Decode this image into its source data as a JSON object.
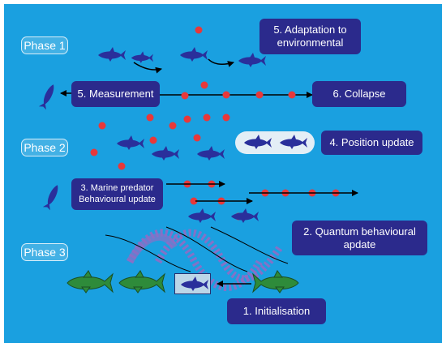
{
  "phases": {
    "phase1": "Phase 1",
    "phase2": "Phase 2",
    "phase3": "Phase 3"
  },
  "steps": {
    "adaptation": "5. Adaptation to environmental",
    "measurement": "5. Measurement",
    "collapse": "6. Collapse",
    "position_update": "4. Position update",
    "marine_predator_line1": "3. Marine predator",
    "marine_predator_line2": "Behavioural update",
    "quantum_line1": "2. Quantum behavioural",
    "quantum_line2": "apdate",
    "initialisation": "1. Initialisation"
  },
  "colors": {
    "background": "#1aa0e0",
    "step_box": "#2b2a8c",
    "fish_blue": "#2a2f9b",
    "fish_green": "#2e8b3a",
    "particle_red": "#e8383a",
    "wave_purple": "#8a6fc6"
  },
  "icons": {
    "shark": "shark-icon",
    "fish": "fish-icon",
    "particle": "particle-icon",
    "arrow": "arrow-icon",
    "wave": "wave-icon"
  }
}
